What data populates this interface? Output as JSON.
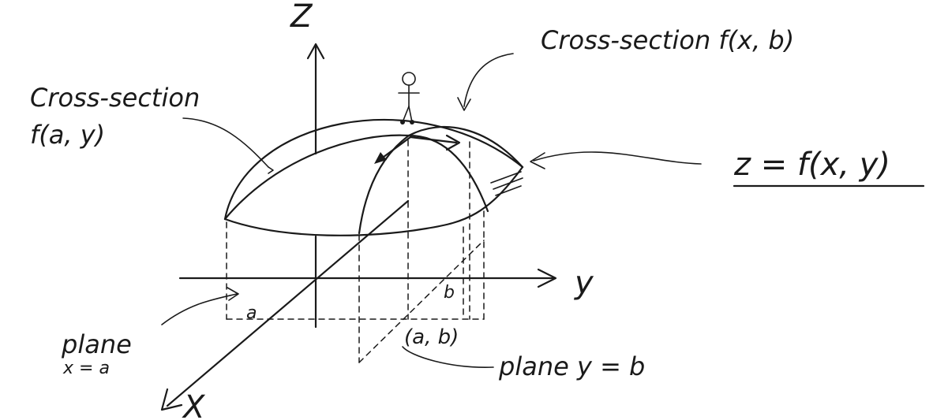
{
  "axes": {
    "z": "Z",
    "y": "y",
    "x": "X"
  },
  "labels": {
    "cross_section_fx_line1": "Cross-section f(x, b)",
    "cross_section_fay_line1": "Cross-section",
    "cross_section_fay_line2": "f(a, y)",
    "surface": "z = f(x, y)",
    "plane_x_line1": "plane",
    "plane_x_line2": "x = a",
    "plane_y": "plane y = b",
    "point": "(a, b)",
    "tick_a": "a",
    "tick_b": "b"
  },
  "colors": {
    "ink": "#1a1a1a",
    "paper": "#ffffff"
  }
}
